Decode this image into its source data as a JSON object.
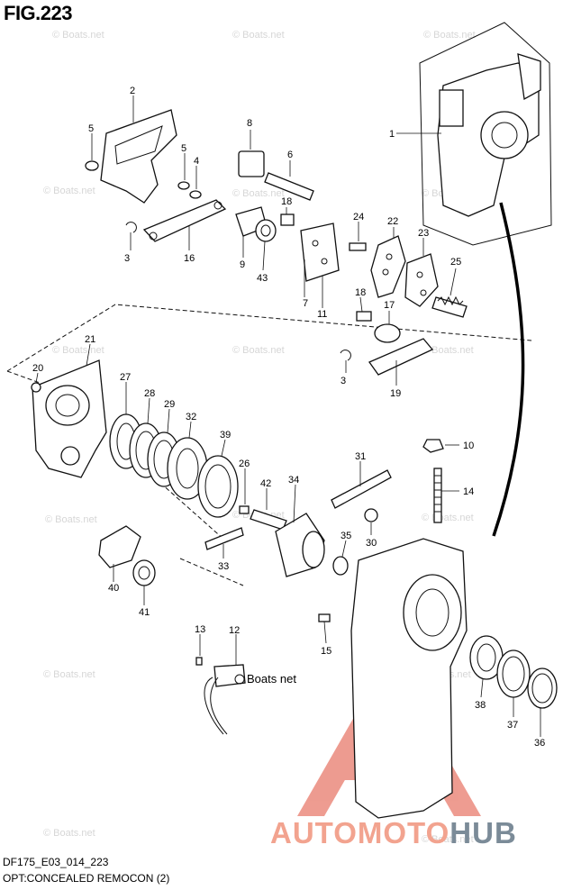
{
  "figure": {
    "title": "FIG.223",
    "model_code": "DF175_E03_014_223",
    "caption": "OPT:CONCEALED REMOCON (2)"
  },
  "watermark": {
    "text": "© Boats.net",
    "label_text": "Boats net"
  },
  "brand": {
    "part1": "AUTOMOTO",
    "part2": "HUB",
    "color_main": "#f2a38f",
    "color_accent": "#7b8b98"
  },
  "callouts": [
    "1",
    "2",
    "3",
    "4",
    "5",
    "6",
    "8",
    "9",
    "10",
    "11",
    "12",
    "13",
    "14",
    "15",
    "16",
    "17",
    "18",
    "19",
    "20",
    "21",
    "22",
    "23",
    "24",
    "25",
    "26",
    "27",
    "28",
    "29",
    "30",
    "31",
    "32",
    "33",
    "34",
    "35",
    "36",
    "37",
    "38",
    "39",
    "40",
    "41",
    "42",
    "43"
  ]
}
